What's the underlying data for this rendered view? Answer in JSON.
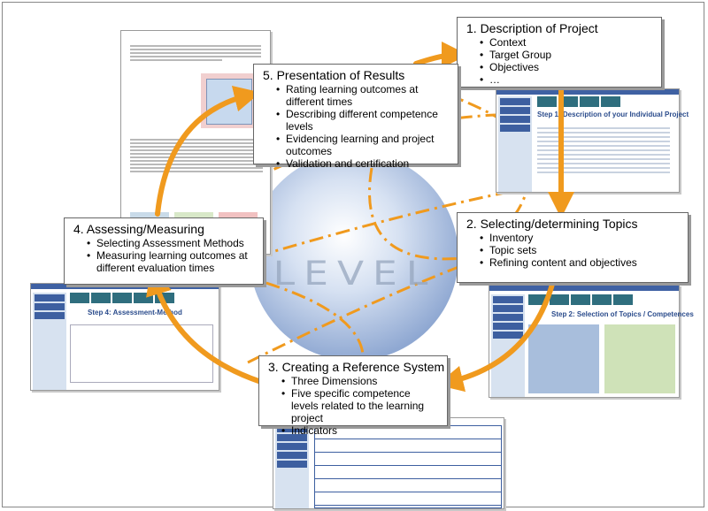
{
  "center_logo_text": "LEVEL",
  "boxes": {
    "step1": {
      "title": "1. Description of Project",
      "items": [
        "Context",
        "Target Group",
        "Objectives",
        "…"
      ]
    },
    "step2": {
      "title": "2. Selecting/determining Topics",
      "items": [
        "Inventory",
        "Topic sets",
        "Refining content and objectives"
      ]
    },
    "step3": {
      "title": "3. Creating a Reference System",
      "items": [
        "Three Dimensions",
        "Five specific competence levels related to the learning project",
        "Indicators"
      ]
    },
    "step4": {
      "title": "4. Assessing/Measuring",
      "items": [
        "Selecting Assessment Methods",
        "Measuring learning outcomes at different evaluation times"
      ]
    },
    "step5": {
      "title": "5. Presentation of Results",
      "items": [
        "Rating learning outcomes at different times",
        "Describing different competence levels",
        "Evidencing learning and project outcomes",
        "Validation and certification"
      ]
    }
  },
  "screens": {
    "s1_title": "Step 1: Description of your Individual Project",
    "s2_title": "Step 2: Selection of Topics / Competences",
    "s4_title": "Step 4: Assessment-Method"
  },
  "colors": {
    "arrow": "#f09a1e",
    "dashed": "#f09a1e",
    "globe": "#b7c8e6",
    "screen_header": "#3f61a3"
  }
}
